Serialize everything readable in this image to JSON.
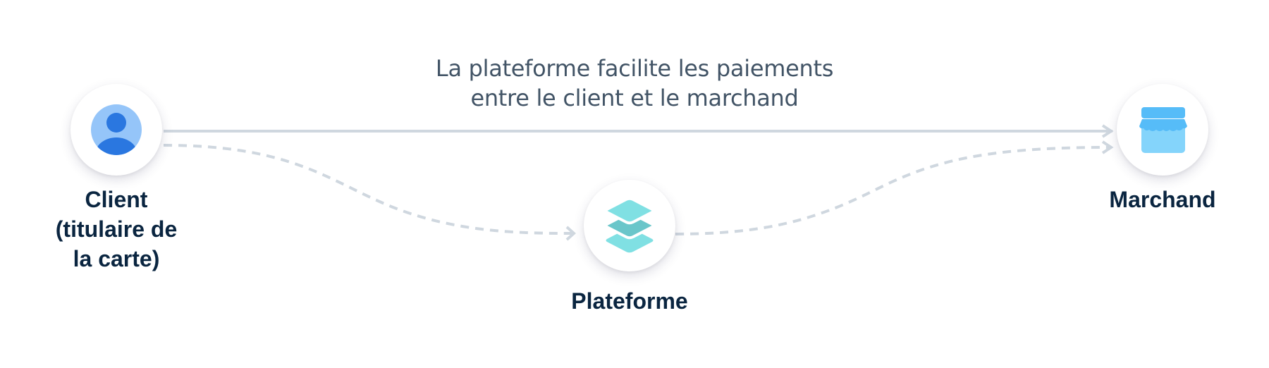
{
  "caption": {
    "line1": "La plateforme facilite les paiements",
    "line2": "entre le client et le marchand"
  },
  "nodes": {
    "client": {
      "icon": "user-avatar-icon",
      "label_lines": [
        "Client",
        "(titulaire de",
        "la carte)"
      ]
    },
    "platform": {
      "icon": "stacked-layers-icon",
      "label": "Plateforme"
    },
    "merchant": {
      "icon": "storefront-icon",
      "label": "Marchand"
    }
  },
  "edges": [
    {
      "from": "client",
      "to": "merchant",
      "style": "solid"
    },
    {
      "from": "client",
      "to": "platform",
      "style": "dashed"
    },
    {
      "from": "platform",
      "to": "merchant",
      "style": "dashed"
    }
  ],
  "colors": {
    "line": "#cfd7df",
    "label": "#0a2540",
    "caption": "#425466",
    "avatar_bg": "#95c5f9",
    "avatar_fg": "#2a77e0",
    "layers_light": "#80e0e3",
    "layers_mid": "#6ac6ca",
    "store_top": "#56bcf8",
    "store_body": "#84d4fb"
  }
}
